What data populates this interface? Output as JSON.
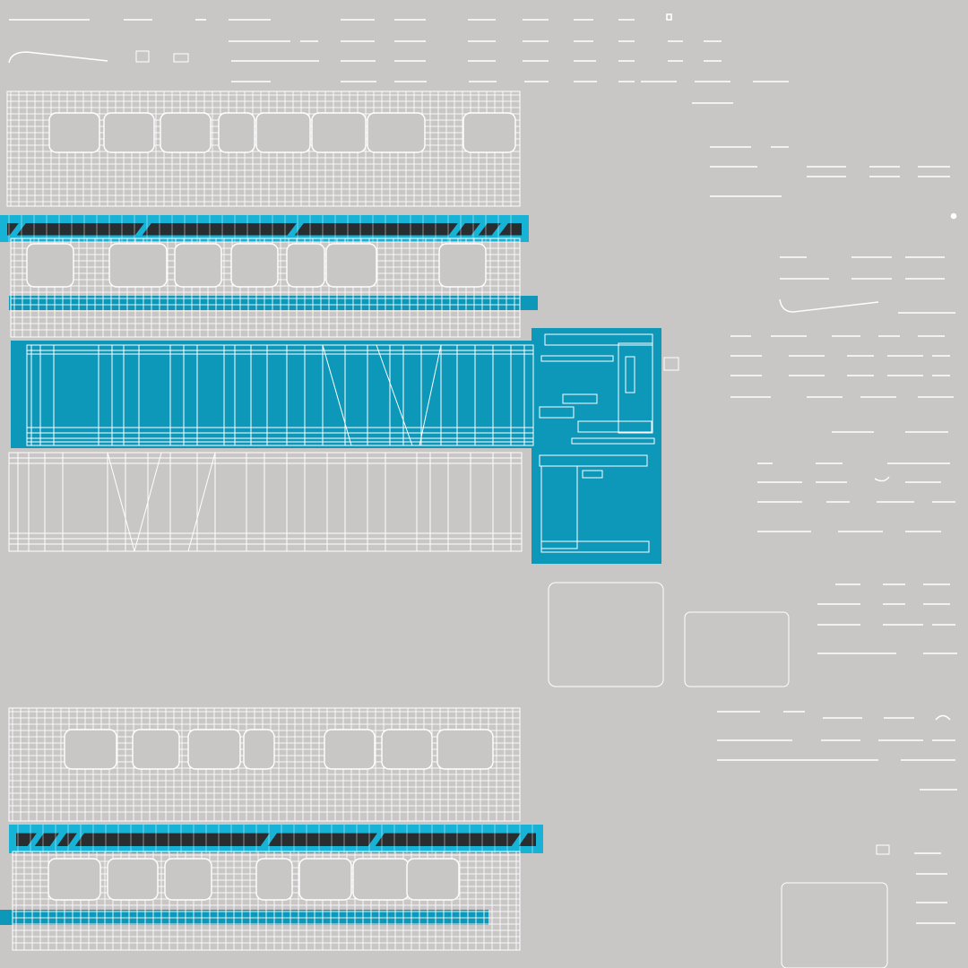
{
  "colors": {
    "background": "#c9c6c6",
    "wire": "#ffffff",
    "accent_blue": "#0d97b8",
    "accent_cyan": "#17b3d6",
    "dark_stripe": "#2a2d30"
  },
  "texture": {
    "kind": "uv-wireframe-layout",
    "islands": [
      "upper-side-panel",
      "upper-side-panel-with-stripe",
      "roof-panel-blue",
      "roof-panel-grey",
      "end-cap-blue",
      "front-face-outline",
      "lower-side-panel",
      "lower-side-panel-with-stripe",
      "small-detail-strips",
      "small-square-pieces"
    ]
  }
}
